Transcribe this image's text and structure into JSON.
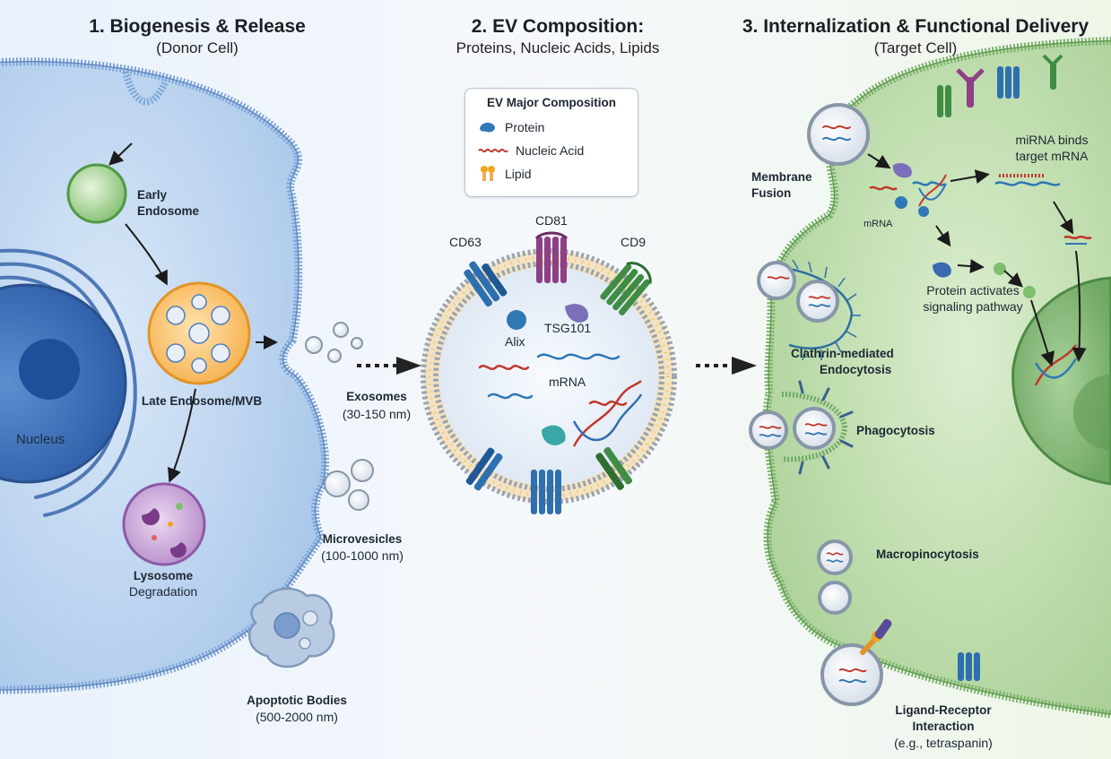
{
  "panels": {
    "biogenesis": {
      "title": "1. Biogenesis & Release",
      "subtitle": "(Donor Cell)"
    },
    "composition": {
      "title": "2. EV Composition:",
      "subtitle": "Proteins, Nucleic Acids, Lipids"
    },
    "internalization": {
      "title": "3. Internalization & Functional Delivery",
      "subtitle": "(Target Cell)"
    }
  },
  "donor_cell": {
    "early_endosome": [
      "Early",
      "Endosome"
    ],
    "late_endosome": "Late Endosome/MVB",
    "nucleus": "Nucleus",
    "lysosome": [
      "Lysosome",
      "Degradation"
    ],
    "exosomes": [
      "Exosomes",
      "(30-150 nm)"
    ],
    "microvesicles": [
      "Microvesicles",
      "(100-1000 nm)"
    ],
    "apoptotic_bodies": [
      "Apoptotic Bodies",
      "(500-2000 nm)"
    ]
  },
  "legend": {
    "title": "EV Major Composition",
    "items": [
      {
        "label": "Protein",
        "icon": "protein-icon"
      },
      {
        "label": "Nucleic Acid",
        "icon": "nucleic-acid-icon"
      },
      {
        "label": "Lipid",
        "icon": "lipid-icon"
      }
    ]
  },
  "ev": {
    "markers": {
      "cd63": "CD63",
      "cd81": "CD81",
      "cd9": "CD9"
    },
    "alix": "Alix",
    "tsg101": "TSG101",
    "mrna": "mRNA"
  },
  "target_cell": {
    "membrane_fusion": [
      "Membrane",
      "Fusion"
    ],
    "mrna": "mRNA",
    "mirna_binds": [
      "miRNA binds",
      "target mRNA"
    ],
    "protein_activates": [
      "Protein activates",
      "signaling pathway"
    ],
    "clathrin": [
      "Clathrin-mediated",
      "Endocytosis"
    ],
    "phagocytosis": "Phagocytosis",
    "macropinocytosis": "Macropinocytosis",
    "ligand_receptor": [
      "Ligand-Receptor",
      "Interaction",
      "(e.g., tetraspanin)"
    ]
  },
  "colors": {
    "donor_cell": "#b9d3ef",
    "target_cell": "#bfdcae",
    "protein": "#2e78b5",
    "nucleic_acid": "#c0392b",
    "lipid": "#f0a51c",
    "cd81": "#8e3f86",
    "cd9": "#3f8d45"
  }
}
